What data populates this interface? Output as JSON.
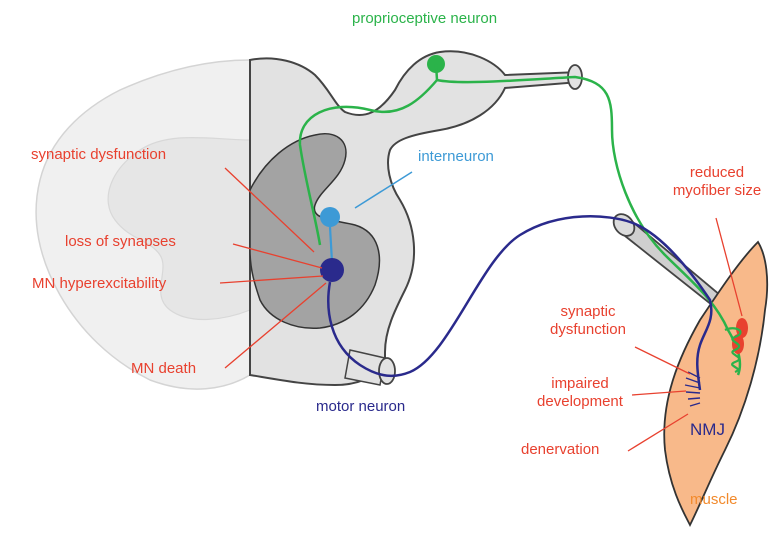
{
  "labels": {
    "proprioceptive": "proprioceptive neuron",
    "interneuron": "interneuron",
    "motor_neuron": "motor neuron",
    "synaptic_dysfunction_left": "synaptic dysfunction",
    "loss_of_synapses": "loss of synapses",
    "mn_hyperexcitability": "MN hyperexcitability",
    "mn_death": "MN death",
    "reduced_myofiber": [
      "reduced",
      "myofiber size"
    ],
    "synaptic_dysfunction_right": [
      "synaptic",
      "dysfunction"
    ],
    "impaired_development": [
      "impaired",
      "development"
    ],
    "denervation": "denervation",
    "nmj": "NMJ",
    "muscle": "muscle"
  },
  "colors": {
    "proprioceptive": "#2bb34a",
    "interneuron": "#3d9ad6",
    "motor_neuron": "#2a2a8c",
    "pathology": "#e8412f",
    "muscle_fill": "#f8b98a",
    "muscle_label": "#f28a2c",
    "grey_matter": "#a3a3a3",
    "white_matter": "#e2e2e2"
  }
}
